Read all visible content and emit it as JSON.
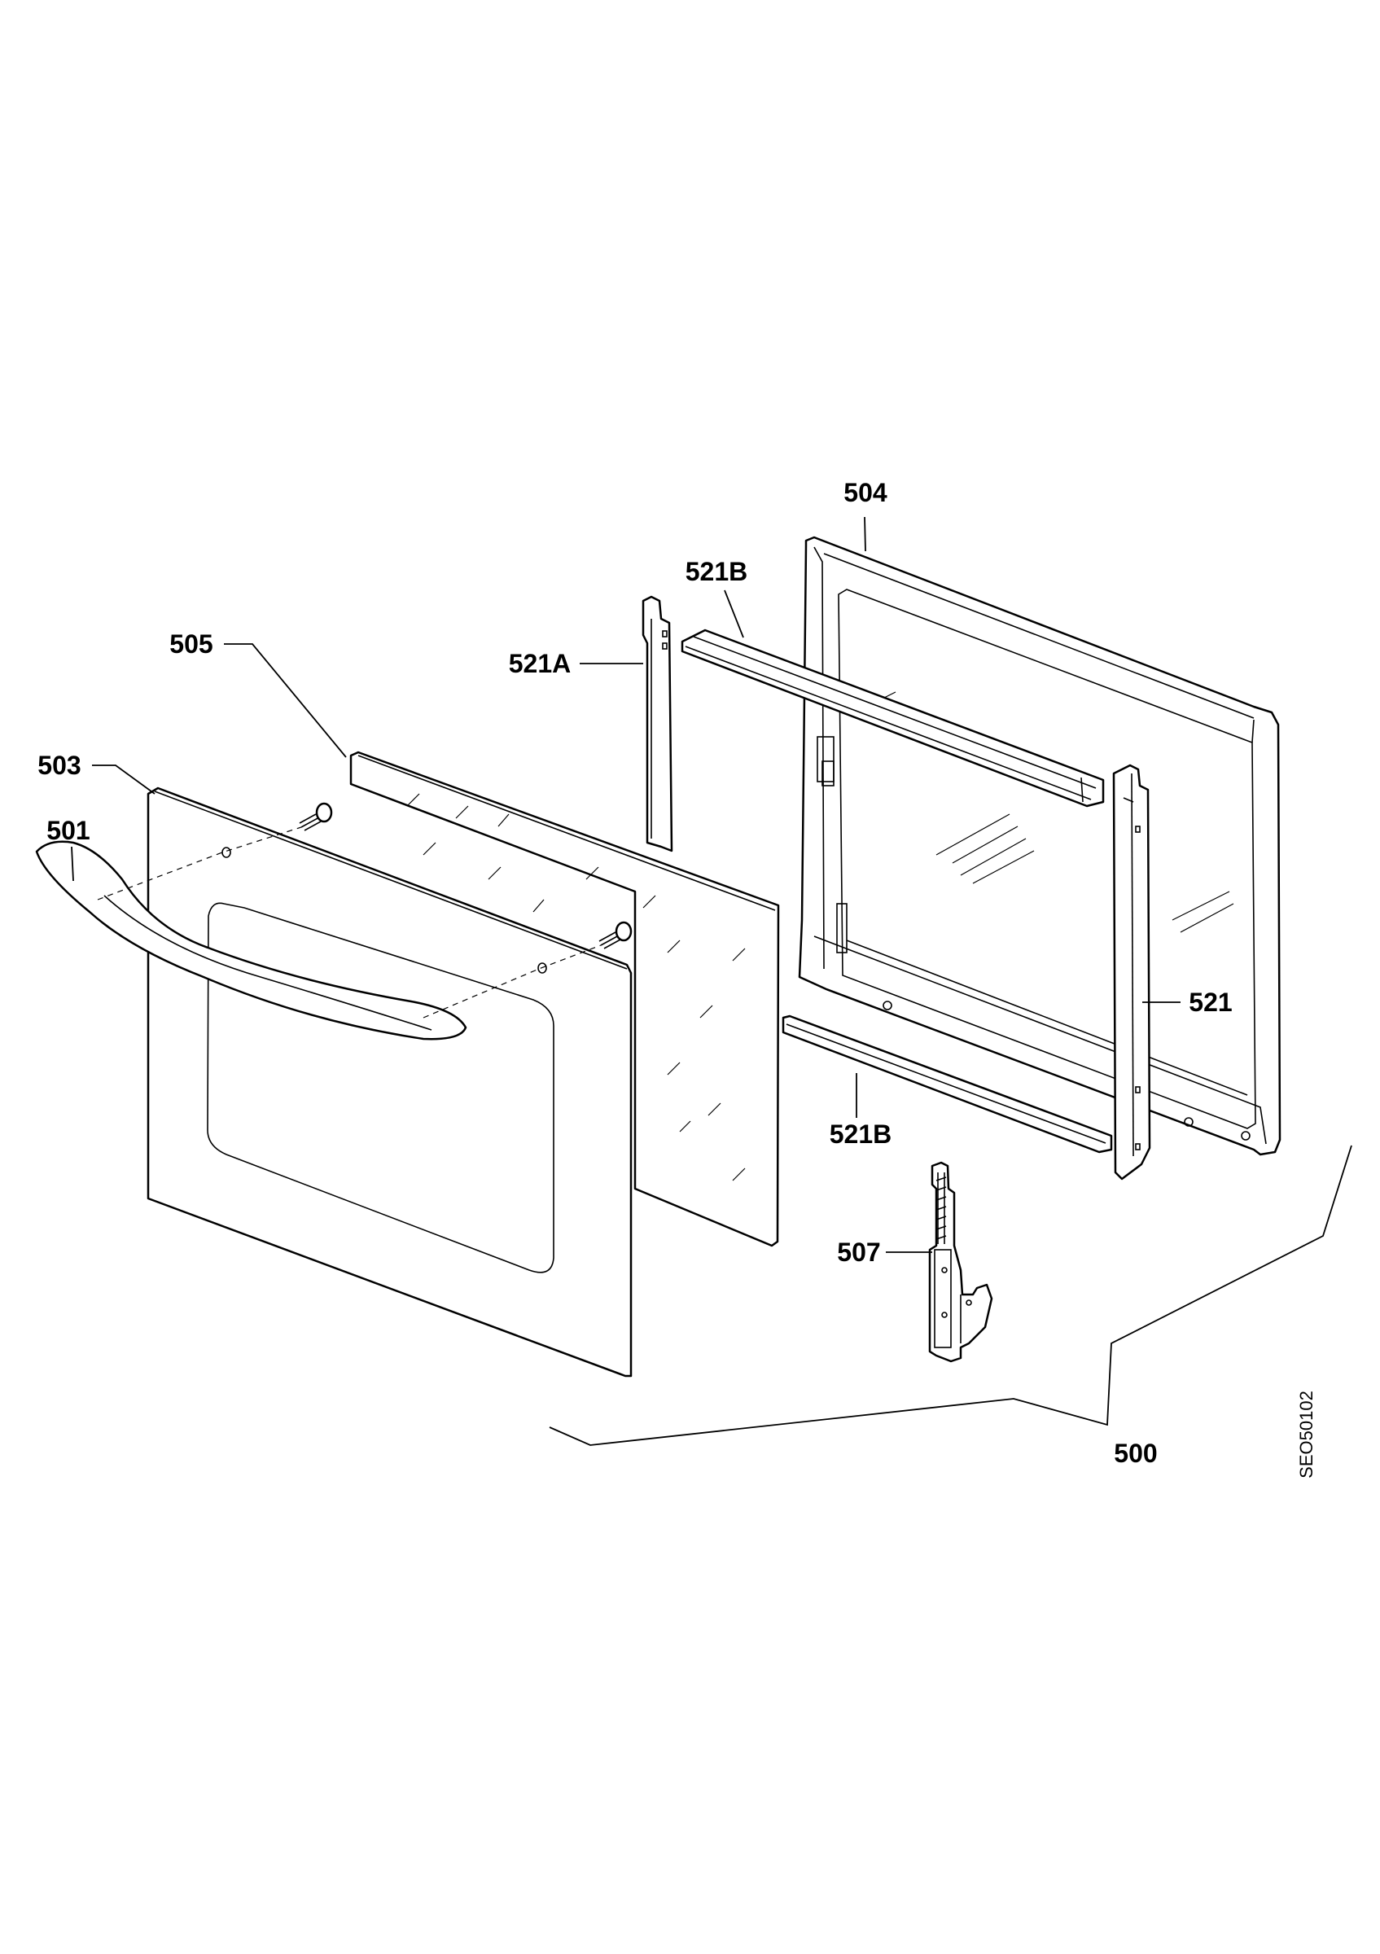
{
  "diagram": {
    "labels": {
      "p500": "500",
      "p501": "501",
      "p503": "503",
      "p504": "504",
      "p505": "505",
      "p507": "507",
      "p521": "521",
      "p521A": "521A",
      "p521B_top": "521B",
      "p521B_bottom": "521B"
    },
    "drawing_code": "SEO50102"
  }
}
